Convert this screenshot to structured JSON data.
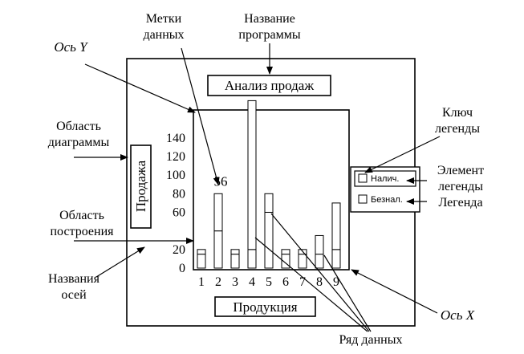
{
  "chart_data": {
    "type": "bar",
    "title": "Анализ продаж",
    "xlabel": "Продукция",
    "ylabel": "Продажа",
    "categories": [
      "1",
      "2",
      "3",
      "4",
      "5",
      "6",
      "7",
      "8",
      "9"
    ],
    "series": [
      {
        "name": "Налич.",
        "values": [
          15,
          40,
          15,
          20,
          60,
          15,
          15,
          15,
          20
        ]
      },
      {
        "name": "Безнал.",
        "values": [
          5,
          40,
          5,
          160,
          20,
          5,
          5,
          20,
          50
        ]
      }
    ],
    "y_ticks": [
      0,
      20,
      60,
      80,
      100,
      120,
      140
    ],
    "ylim": [
      0,
      170
    ],
    "data_labels": [
      {
        "category": "2",
        "text": "56"
      }
    ],
    "legend_position": "right",
    "grid": false
  },
  "annotations": {
    "program_name": [
      "Название",
      "программы"
    ],
    "data_labels": [
      "Метки",
      "данных"
    ],
    "axis_y": "Ось Y",
    "legend_key": [
      "Ключ",
      "легенды"
    ],
    "chart_area": [
      "Область",
      "диаграммы"
    ],
    "legend_item": [
      "Элемент",
      "легенды"
    ],
    "legend": "Легенда",
    "plot_area": [
      "Область",
      "построения"
    ],
    "axis_titles": [
      "Названия",
      "осей"
    ],
    "axis_x": "Ось X",
    "data_series": "Ряд данных"
  }
}
